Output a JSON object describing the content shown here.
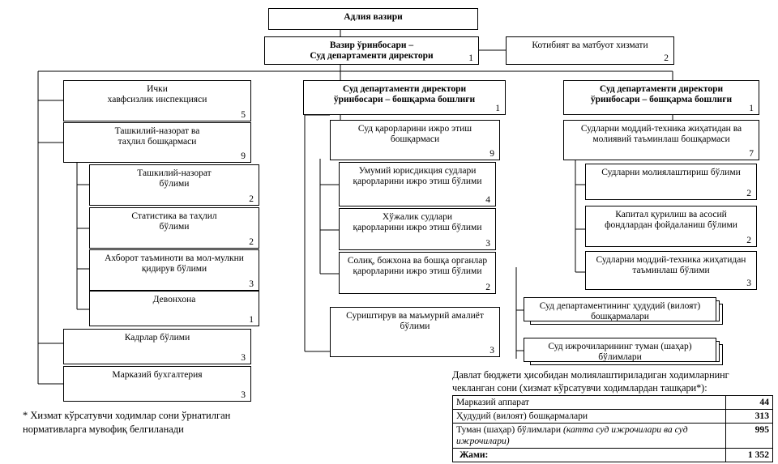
{
  "chart_data": {
    "type": "diagram",
    "title": "Адлия вазири — Суд департаменти таркибий тузилмаси",
    "orientation": "top-down organizational tree"
  },
  "nodes": {
    "minister": {
      "label": "Адлия вазири",
      "count": ""
    },
    "deputy": {
      "label": "Вазир ўринбосари –\nСуд департаменти директори",
      "count": "1"
    },
    "secretariat": {
      "label": "Котибият ва матбуот хизмати",
      "count": "2"
    },
    "col1": {
      "inspection": {
        "label": "Ички\nхавфсизлик инспекцияси",
        "count": "5"
      },
      "analysis_dept": {
        "label": "Ташкилий-назорат ва\nтаҳлил бошқармаси",
        "count": "9"
      },
      "sub": [
        {
          "label": "Ташкилий-назорат\nбўлими",
          "count": "2"
        },
        {
          "label": "Статистика ва таҳлил\nбўлими",
          "count": "2"
        },
        {
          "label": "Ахборот таъминоти ва мол-мулкни\nқидирув бўлими",
          "count": "3"
        },
        {
          "label": "Девонхона",
          "count": "1"
        }
      ],
      "hr": {
        "label": "Кадрлар бўлими",
        "count": "3"
      },
      "accounting": {
        "label": "Марказий бухгалтерия",
        "count": "3"
      }
    },
    "col2": {
      "head": {
        "label": "Суд департаменти директори\nўринбосари – бошқарма бошлиғи",
        "count": "1"
      },
      "dept": {
        "label": "Суд қарорларини ижро этиш\nбошқармаси",
        "count": "9"
      },
      "sub": [
        {
          "label": "Умумий юрисдикция судлари\nқарорларини ижро этиш бўлими",
          "count": "4"
        },
        {
          "label": "Хўжалик судлари\nқарорларини ижро этиш бўлими",
          "count": "3"
        },
        {
          "label": "Солиқ, божхона ва бошқа органлар\nқарорларини ижро этиш бўлими",
          "count": "2"
        }
      ],
      "last": {
        "label": "Суриштирув ва маъмурий амалиёт\nбўлими",
        "count": "3"
      }
    },
    "col3": {
      "head": {
        "label": "Суд департаменти директори\nўринбосари – бошқарма бошлиғи",
        "count": "1"
      },
      "dept": {
        "label": "Судларни моддий-техника жиҳатидан ва\nмолиявий таъминлаш бошқармаси",
        "count": "7"
      },
      "sub": [
        {
          "label": "Судларни молиялаштириш бўлими",
          "count": "2"
        },
        {
          "label": "Капитал қурилиш ва асосий\nфондлардан фойдаланиш бўлими",
          "count": "2"
        },
        {
          "label": "Судларни моддий-техника жиҳатидан\nтаъминлаш бўлими",
          "count": "3"
        }
      ]
    },
    "regional": {
      "label": "Суд департаментининг ҳудудий (вилоят)\nбошқармалари"
    },
    "district": {
      "label": "Суд ижрочиларининг туман (шаҳар)\nбўлимлари"
    }
  },
  "footnote": "*  Хизмат кўрсатувчи ходимлар сони ўрнатилган\nнормативларга мувофиқ белгиланади",
  "budget": {
    "caption": "Давлат бюджети ҳисобидан молиялаштириладиган ходимларнинг\nчекланган сони (хизмат кўрсатувчи ходимлардан ташқари*):",
    "rows": [
      {
        "label": "Марказий аппарат",
        "italic": "",
        "value": "44"
      },
      {
        "label": "Ҳудудий (вилоят) бошқармалари",
        "italic": "",
        "value": "313"
      },
      {
        "label": "Туман (шаҳар) бўлимлари ",
        "italic": "(катта суд ижрочилари ва суд ижрочилари)",
        "value": "995"
      },
      {
        "label": "Жами:",
        "italic": "",
        "value": "1 352"
      }
    ]
  }
}
